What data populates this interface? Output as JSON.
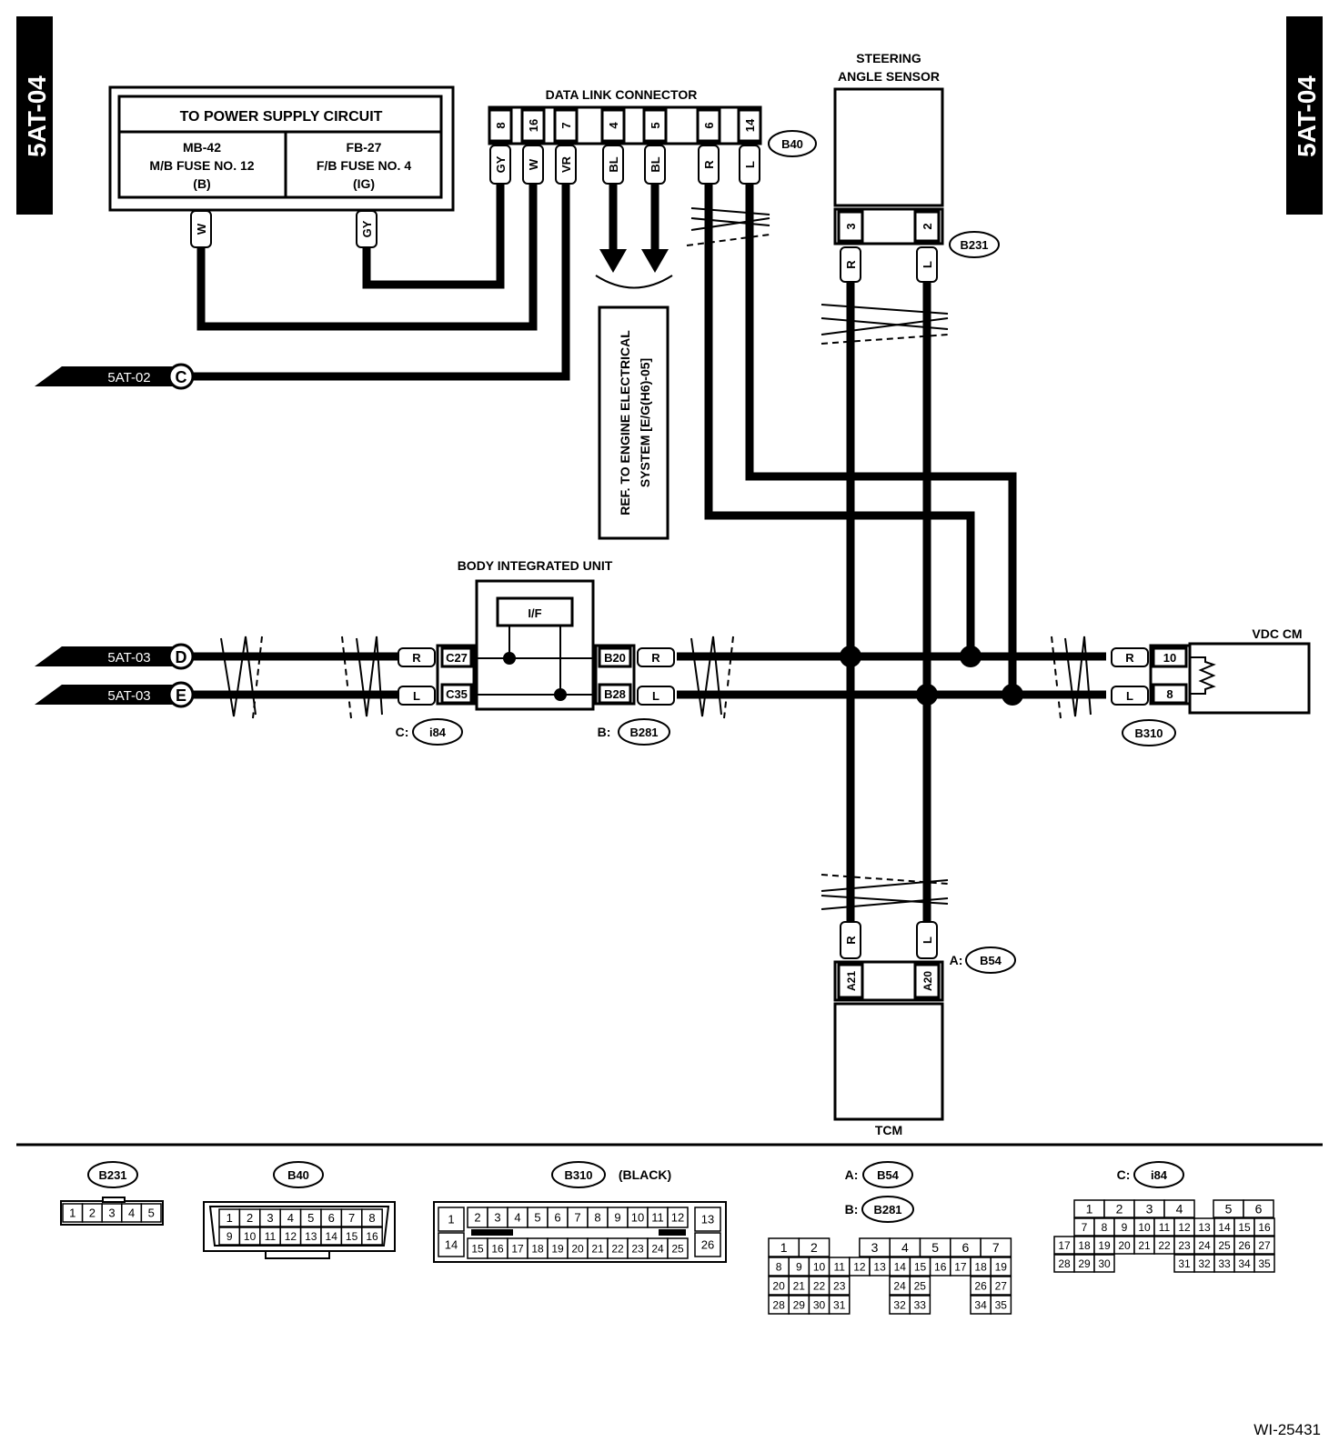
{
  "side_tabs": {
    "left": "5AT-04",
    "right": "5AT-04"
  },
  "figure_id": "WI-25431",
  "power_supply": {
    "title": "TO POWER SUPPLY CIRCUIT",
    "left": {
      "line1": "MB-42",
      "line2": "M/B FUSE NO. 12",
      "line3": "(B)"
    },
    "right": {
      "line1": "FB-27",
      "line2": "F/B FUSE NO. 4",
      "line3": "(IG)"
    },
    "wire_w": "W",
    "wire_gy": "GY"
  },
  "data_link_connector": {
    "title": "DATA LINK CONNECTOR",
    "connector_id": "B40",
    "pins": [
      {
        "pin": "8",
        "color": "GY"
      },
      {
        "pin": "16",
        "color": "W"
      },
      {
        "pin": "7",
        "color": "VR"
      },
      {
        "pin": "4",
        "color": "BL"
      },
      {
        "pin": "5",
        "color": "BL"
      },
      {
        "pin": "6",
        "color": "R"
      },
      {
        "pin": "14",
        "color": "L"
      }
    ]
  },
  "ref_box": {
    "line1": "REF. TO ENGINE ELECTRICAL",
    "line2": "SYSTEM [E/G(H6)-05]"
  },
  "offpage_c": {
    "label": "5AT-02",
    "letter": "C"
  },
  "offpage_d": {
    "label": "5AT-03",
    "letter": "D"
  },
  "offpage_e": {
    "label": "5AT-03",
    "letter": "E"
  },
  "steering_sensor": {
    "title_line1": "STEERING",
    "title_line2": "ANGLE SENSOR",
    "connector_id": "B231",
    "pins": [
      {
        "pin": "3",
        "color": "R"
      },
      {
        "pin": "2",
        "color": "L"
      }
    ]
  },
  "body_integrated_unit": {
    "title": "BODY INTEGRATED UNIT",
    "if_label": "I/F",
    "left_connector": {
      "prefix": "C:",
      "id": "i84",
      "pins": [
        "C27",
        "C35"
      ]
    },
    "right_connector": {
      "prefix": "B:",
      "id": "B281",
      "pins": [
        "B20",
        "B28"
      ]
    },
    "wire_colors": [
      "R",
      "L"
    ]
  },
  "vdc_cm": {
    "title": "VDC CM",
    "connector_id": "B310",
    "pins": [
      {
        "pin": "10",
        "color": "R"
      },
      {
        "pin": "8",
        "color": "L"
      }
    ]
  },
  "tcm": {
    "title": "TCM",
    "connector_prefix": "A:",
    "connector_id": "B54",
    "pins": [
      {
        "pin": "A21",
        "color": "R"
      },
      {
        "pin": "A20",
        "color": "L"
      }
    ]
  },
  "connector_views": {
    "b231": {
      "id": "B231",
      "pins": [
        "1",
        "2",
        "3",
        "4",
        "5"
      ]
    },
    "b40": {
      "id": "B40",
      "row1": [
        "1",
        "2",
        "3",
        "4",
        "5",
        "6",
        "7",
        "8"
      ],
      "row2": [
        "9",
        "10",
        "11",
        "12",
        "13",
        "14",
        "15",
        "16"
      ]
    },
    "b310": {
      "id": "B310",
      "note": "(BLACK)",
      "left": [
        "1",
        "14"
      ],
      "right": [
        "13",
        "26"
      ],
      "row1": [
        "2",
        "3",
        "4",
        "5",
        "6",
        "7",
        "8",
        "9",
        "10",
        "11",
        "12"
      ],
      "row2": [
        "15",
        "16",
        "17",
        "18",
        "19",
        "20",
        "21",
        "22",
        "23",
        "24",
        "25"
      ]
    },
    "b54_b281": {
      "prefix_a": "A:",
      "id_a": "B54",
      "prefix_b": "B:",
      "id_b": "B281",
      "row1": [
        "1",
        "2",
        "",
        "3",
        "4",
        "5",
        "6",
        "7"
      ],
      "row2": [
        "8",
        "9",
        "10",
        "11",
        "12",
        "13",
        "14",
        "15",
        "16",
        "17",
        "18",
        "19"
      ],
      "row3a": [
        "20",
        "21",
        "22",
        "23"
      ],
      "row3b": [
        "24",
        "25"
      ],
      "row3c": [
        "26",
        "27"
      ],
      "row4a": [
        "28",
        "29",
        "30",
        "31"
      ],
      "row4b": [
        "32",
        "33"
      ],
      "row4c": [
        "34",
        "35"
      ]
    },
    "i84": {
      "prefix": "C:",
      "id": "i84",
      "row1a": [
        "1",
        "2",
        "3",
        "4"
      ],
      "row1b": [
        "5",
        "6"
      ],
      "row2": [
        "7",
        "8",
        "9",
        "10",
        "11",
        "12",
        "13",
        "14",
        "15",
        "16"
      ],
      "row3": [
        "17",
        "18",
        "19",
        "20",
        "21",
        "22",
        "23",
        "24",
        "25",
        "26",
        "27"
      ],
      "row4a": [
        "28",
        "29",
        "30"
      ],
      "row4b": [
        "31",
        "32",
        "33",
        "34",
        "35"
      ]
    }
  }
}
